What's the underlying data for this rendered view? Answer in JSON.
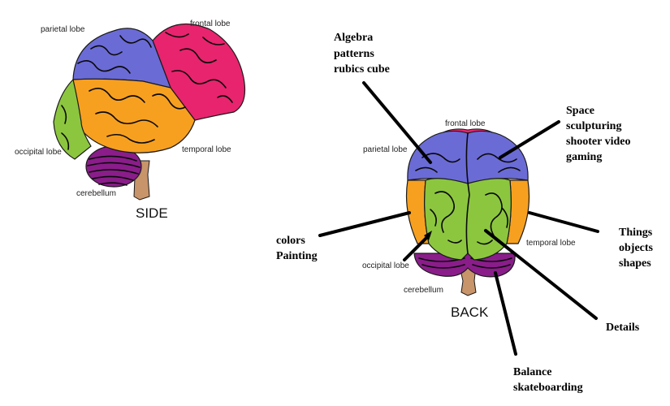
{
  "side_view": {
    "title": "SIDE",
    "labels": {
      "parietal": "parietal lobe",
      "frontal": "frontal lobe",
      "occipital": "occipital lobe",
      "temporal": "temporal lobe",
      "cerebellum": "cerebellum"
    }
  },
  "back_view": {
    "title": "BACK",
    "labels": {
      "frontal": "frontal lobe",
      "parietal": "parietal lobe",
      "temporal": "temporal lobe",
      "occipital": "occipital lobe",
      "cerebellum": "cerebellum"
    }
  },
  "notes": {
    "parietal": [
      "Algebra",
      "patterns",
      "rubics cube"
    ],
    "space": [
      "Space",
      "sculpturing",
      "shooter video",
      "gaming"
    ],
    "temporal": [
      "Things",
      "objects",
      "shapes"
    ],
    "occipital": [
      "colors",
      "Painting"
    ],
    "details": [
      "Details"
    ],
    "cerebellum": [
      "Balance",
      "skateboarding"
    ]
  },
  "colors": {
    "parietal": "#6b6bd6",
    "frontal": "#e8246e",
    "occipital": "#8cc63f",
    "temporal": "#f7a020",
    "cerebellum": "#8a1d8a",
    "brainstem": "#c8946a"
  }
}
